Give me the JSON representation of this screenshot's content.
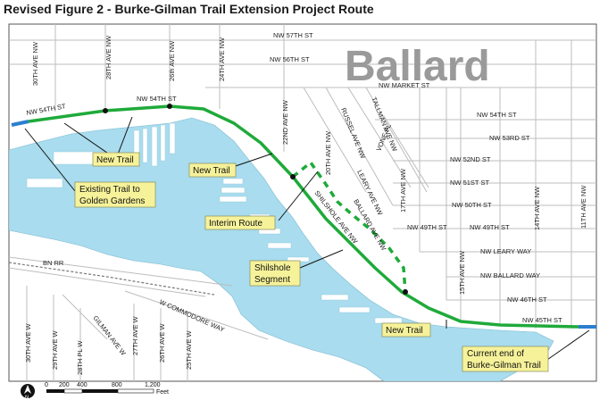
{
  "title": "Revised Figure 2 - Burke-Gilman Trail Extension Project Route",
  "place_label": "Ballard",
  "streets": {
    "nw57": "NW 57TH ST",
    "nw56": "NW 56TH ST",
    "nw54_left": "NW 54TH ST",
    "nw54_mid": "NW 54TH ST",
    "nw54_right": "NW 54TH ST",
    "market": "NW MARKET ST",
    "nw53": "NW 53RD ST",
    "nw52": "NW 52ND ST",
    "nw51": "NW 51ST ST",
    "nw50": "NW 50TH ST",
    "nw49a": "NW 49TH ST",
    "nw49b": "NW 49TH ST",
    "leary_way": "NW LEARY WAY",
    "ballard_way": "NW BALLARD WAY",
    "nw46": "NW 46TH ST",
    "nw45": "NW 45TH ST",
    "ave30_top": "30TH AVE NW",
    "ave28_top": "28TH AVE NW",
    "ave26_top": "26th AVE NW",
    "ave24_top": "24TH AVE NW",
    "ave22": "22ND AVE NW",
    "tallman": "TALLMAN AVE NW",
    "russel": "RUSSEL AVE NW",
    "vone": "VONE PL",
    "ave20": "20TH AVE NW",
    "leary_ave": "LEARY AVE NW",
    "ballard_ave": "BALLARD AVE NW",
    "ave17": "17TH AVE NW",
    "shilshole_ave": "SHILSHOLE AVE NW",
    "ave15": "15TH AVE NW",
    "ave14": "14TH AVE NW",
    "ave11": "11TH AVE NW",
    "bnrr": "BN RR",
    "commodore": "W COMMODORE WAY",
    "ave30w": "30TH AVE W",
    "ave29w": "29TH AVE W",
    "pl28w": "28TH PL W",
    "gilman": "GILMAN AVE W",
    "ave27w": "27TH AVE W",
    "ave26w": "26TH AVE W",
    "ave25w": "25TH AVE W"
  },
  "callouts": {
    "new_trail_left": "New Trail",
    "existing": "Existing Trail to\nGolden Gardens",
    "new_trail_mid": "New Trail",
    "interim": "Interim Route",
    "shilshole": "Shilshole\nSegment",
    "new_trail_right": "New Trail",
    "current_end": "Current end of\nBurke-Gilman Trail"
  },
  "scale": {
    "ticks": [
      "0",
      "200",
      "400",
      "800",
      "1,200"
    ],
    "unit": "Feet"
  },
  "north_label": "N",
  "colors": {
    "water": "#a8dcee",
    "trail": "#1faa3a",
    "existing_trail": "#2b7fd0",
    "callout_fill": "#f6f29a",
    "street": "#bdbdbd"
  }
}
